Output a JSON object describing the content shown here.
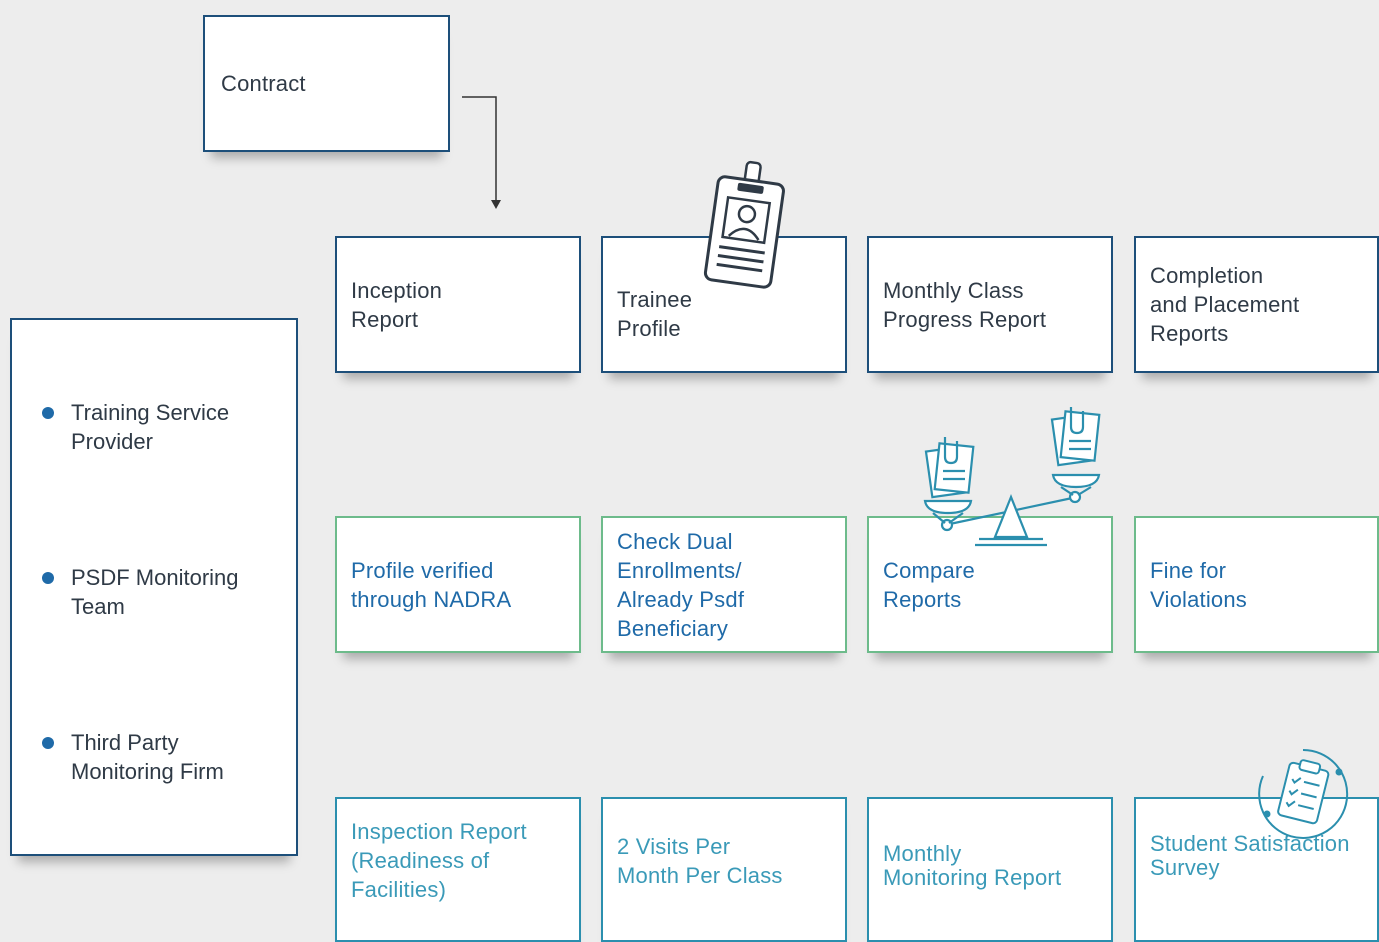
{
  "contract": {
    "label": "Contract"
  },
  "legend": {
    "items": [
      {
        "label": "Training Service\nProvider"
      },
      {
        "label": "PSDF Monitoring\nTeam"
      },
      {
        "label": "Third Party\nMonitoring Firm"
      }
    ]
  },
  "rows": {
    "row1": [
      {
        "label": "Inception\nReport"
      },
      {
        "label": "Trainee\nProfile"
      },
      {
        "label": "Monthly Class\nProgress Report"
      },
      {
        "label": "Completion\nand Placement\nReports"
      }
    ],
    "row2": [
      {
        "label": "Profile verified\nthrough NADRA"
      },
      {
        "label": "Check Dual\nEnrollments/\nAlready Psdf\nBeneficiary"
      },
      {
        "label": "Compare\nReports"
      },
      {
        "label": "Fine for\nViolations"
      }
    ],
    "row3": [
      {
        "label": "Inspection Report\n(Readiness of\nFacilities)"
      },
      {
        "label": "2 Visits Per\nMonth Per Class"
      },
      {
        "label": "Monthly\nMonitoring Report"
      },
      {
        "label": "Student Satisfaction\nSurvey"
      }
    ]
  },
  "colors": {
    "row1_border": "#1d4f7a",
    "row2_border": "#6dbb8b",
    "row3_border": "#2b8fae",
    "accent_blue": "#1f6aa8",
    "accent_teal": "#3a9ab8",
    "text_dark": "#2f3a46"
  },
  "icons": [
    "id-badge-icon",
    "balance-scale-icon",
    "clipboard-checklist-icon",
    "arrow-connector"
  ]
}
